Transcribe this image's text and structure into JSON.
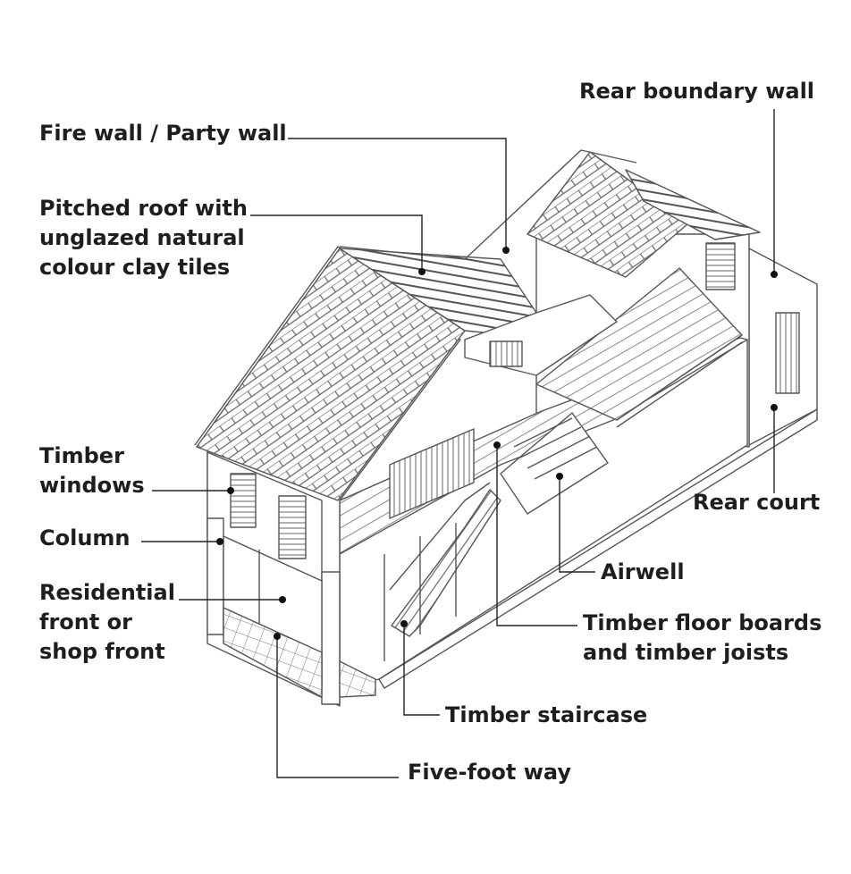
{
  "labels": {
    "rear_boundary_wall": "Rear boundary wall",
    "fire_wall": "Fire wall / Party wall",
    "pitched_roof": [
      "Pitched roof with",
      "unglazed natural",
      "colour clay tiles"
    ],
    "timber_windows": [
      "Timber",
      "windows"
    ],
    "column": "Column",
    "residential_front": [
      "Residential",
      "front or",
      "shop front"
    ],
    "rear_court": "Rear court",
    "airwell": "Airwell",
    "timber_floor": [
      "Timber floor boards",
      "and timber joists"
    ],
    "timber_staircase": "Timber staircase",
    "five_foot_way": "Five-foot way"
  },
  "colors": {
    "text": "#1e1e1e",
    "line": "#555555",
    "leader": "#222222"
  }
}
